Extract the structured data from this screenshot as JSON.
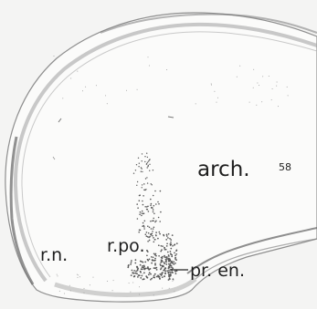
{
  "figure": {
    "labels": {
      "arch": "arch.",
      "rn": "r.n.",
      "rpo": "r.po.",
      "pren": "pr. en.",
      "corner": "58"
    },
    "colors": {
      "background": "#f4f4f3",
      "tissue": "#fbfbfa",
      "outline": "#8e8e8e",
      "band": "#a6a6a6",
      "stipple": "#5a5a5a",
      "text": "#1e1e1e"
    }
  }
}
